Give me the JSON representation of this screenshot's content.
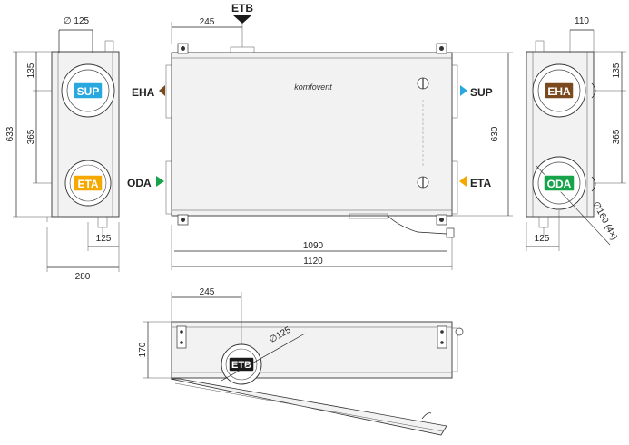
{
  "brand": "komfovent",
  "ports": {
    "sup": "SUP",
    "eha": "EHA",
    "eta": "ETA",
    "oda": "ODA",
    "etb": "ETB"
  },
  "colors": {
    "sup": "#29a8e0",
    "eha": "#7a4a1e",
    "eta": "#f5a800",
    "oda": "#16a34a",
    "etb": "#1a1a1a"
  },
  "dimensions": {
    "left_diameter": "∅ 125",
    "left_135": "135",
    "left_365": "365",
    "left_633": "633",
    "left_125": "125",
    "left_280": "280",
    "front_245": "245",
    "front_630": "630",
    "front_1090": "1090",
    "front_1120": "1120",
    "right_110": "110",
    "right_135": "135",
    "right_365": "365",
    "right_125": "125",
    "right_diameter": "∅160 (4×)",
    "bottom_245": "245",
    "bottom_170": "170",
    "bottom_diameter": "∅125"
  }
}
